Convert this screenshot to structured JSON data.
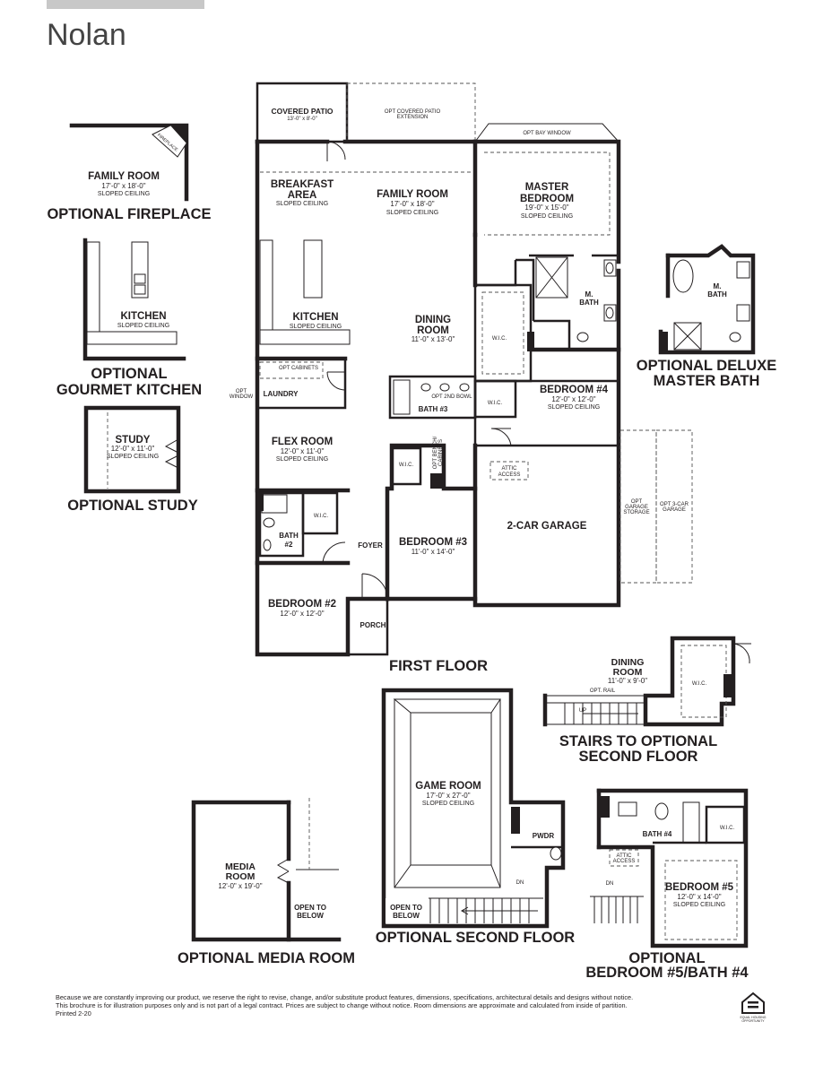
{
  "plan_title": "Nolan",
  "captions": {
    "first_floor": "FIRST FLOOR",
    "optional_fireplace": "OPTIONAL FIREPLACE",
    "optional_gourmet_kitchen_1": "OPTIONAL",
    "optional_gourmet_kitchen_2": "GOURMET KITCHEN",
    "optional_study": "OPTIONAL STUDY",
    "optional_deluxe_master_bath_1": "OPTIONAL DELUXE",
    "optional_deluxe_master_bath_2": "MASTER BATH",
    "stairs_to_second_1": "STAIRS TO OPTIONAL",
    "stairs_to_second_2": "SECOND FLOOR",
    "optional_second_floor": "OPTIONAL SECOND FLOOR",
    "optional_media_room": "OPTIONAL MEDIA ROOM",
    "optional_bedroom5_1": "OPTIONAL",
    "optional_bedroom5_2": "BEDROOM #5/BATH #4"
  },
  "rooms": {
    "covered_patio": {
      "name": "COVERED PATIO",
      "dim": "13'-0\" x 8'-0\""
    },
    "opt_covered_patio_ext_1": "OPT COVERED PATIO",
    "opt_covered_patio_ext_2": "EXTENSION",
    "opt_bay_window": "OPT BAY WINDOW",
    "breakfast_area_1": "BREAKFAST",
    "breakfast_area_2": "AREA",
    "sloped_ceiling": "SLOPED CEILING",
    "family_room": {
      "name": "FAMILY ROOM",
      "dim": "17'-0\" x 18'-0\""
    },
    "master_bedroom_1": "MASTER",
    "master_bedroom_2": "BEDROOM",
    "master_bedroom_dim": "19'-0\" x 15'-0\"",
    "kitchen": "KITCHEN",
    "dining_room_1": "DINING",
    "dining_room_2": "ROOM",
    "dining_room_dim": "11'-0\" x 13'-0\"",
    "m_bath_1": "M.",
    "m_bath_2": "BATH",
    "wic": "W.I.C.",
    "opt_cabinets": "OPT CABINETS",
    "laundry": "LAUNDRY",
    "opt_window_1": "OPT",
    "opt_window_2": "WINDOW",
    "opt_2nd_bowl": "OPT 2ND BOWL",
    "bath3": "BATH #3",
    "bedroom4": {
      "name": "BEDROOM #4",
      "dim": "12'-0\" x 12'-0\""
    },
    "flex_room": {
      "name": "FLEX ROOM",
      "dim": "12'-0\" x 11'-0\""
    },
    "opt_bench_cabinets_1": "OPT BENCH/",
    "opt_bench_cabinets_2": "CABINETS",
    "attic_access_1": "ATTIC",
    "attic_access_2": "ACCESS",
    "opt_garage_storage_1": "OPT",
    "opt_garage_storage_2": "GARAGE",
    "opt_garage_storage_3": "STORAGE",
    "opt_3car_garage_1": "OPT 3-CAR",
    "opt_3car_garage_2": "GARAGE",
    "bath2_1": "BATH",
    "bath2_2": "#2",
    "foyer": "FOYER",
    "bedroom3": {
      "name": "BEDROOM #3",
      "dim": "11'-0\" x 14'-0\""
    },
    "garage": "2-CAR GARAGE",
    "bedroom2": {
      "name": "BEDROOM #2",
      "dim": "12'-0\" x 12'-0\""
    },
    "porch": "PORCH",
    "fp_family_room": {
      "name": "FAMILY ROOM",
      "dim": "17'-0\" x 18'-0\""
    },
    "fireplace": "FIREPLACE",
    "study": {
      "name": "STUDY",
      "dim": "12'-0\" x 11'-0\""
    },
    "stairs_dining": {
      "name_1": "DINING",
      "name_2": "ROOM",
      "dim": "11'-0\" x 9'-0\""
    },
    "opt_rail": "OPT. RAIL",
    "up": "UP",
    "game_room": {
      "name": "GAME ROOM",
      "dim": "17'-0\" x 27'-0\""
    },
    "pwdr": "PWDR",
    "dn": "DN",
    "open_to_below_1": "OPEN TO",
    "open_to_below_2": "BELOW",
    "media_room": {
      "name_1": "MEDIA",
      "name_2": "ROOM",
      "dim": "12'-0\" x 19'-0\""
    },
    "bath4": "BATH #4",
    "bedroom5": {
      "name": "BEDROOM #5",
      "dim": "12'-0\" x 14'-0\""
    }
  },
  "disclaimer": {
    "line1": "Because we are constantly improving our product, we reserve the right to revise, change, and/or substitute product features, dimensions, specifications, architectural details and designs without notice.",
    "line2": "This brochure is for illustration purposes only and is not part of a legal contract. Prices are subject to change without notice. Room dimensions are approximate and calculated from inside of partition.",
    "line3": "Printed 2-20"
  },
  "logo": {
    "icon": "equal-housing-opportunity-icon",
    "text_1": "EQUAL HOUSING",
    "text_2": "OPPORTUNITY"
  }
}
